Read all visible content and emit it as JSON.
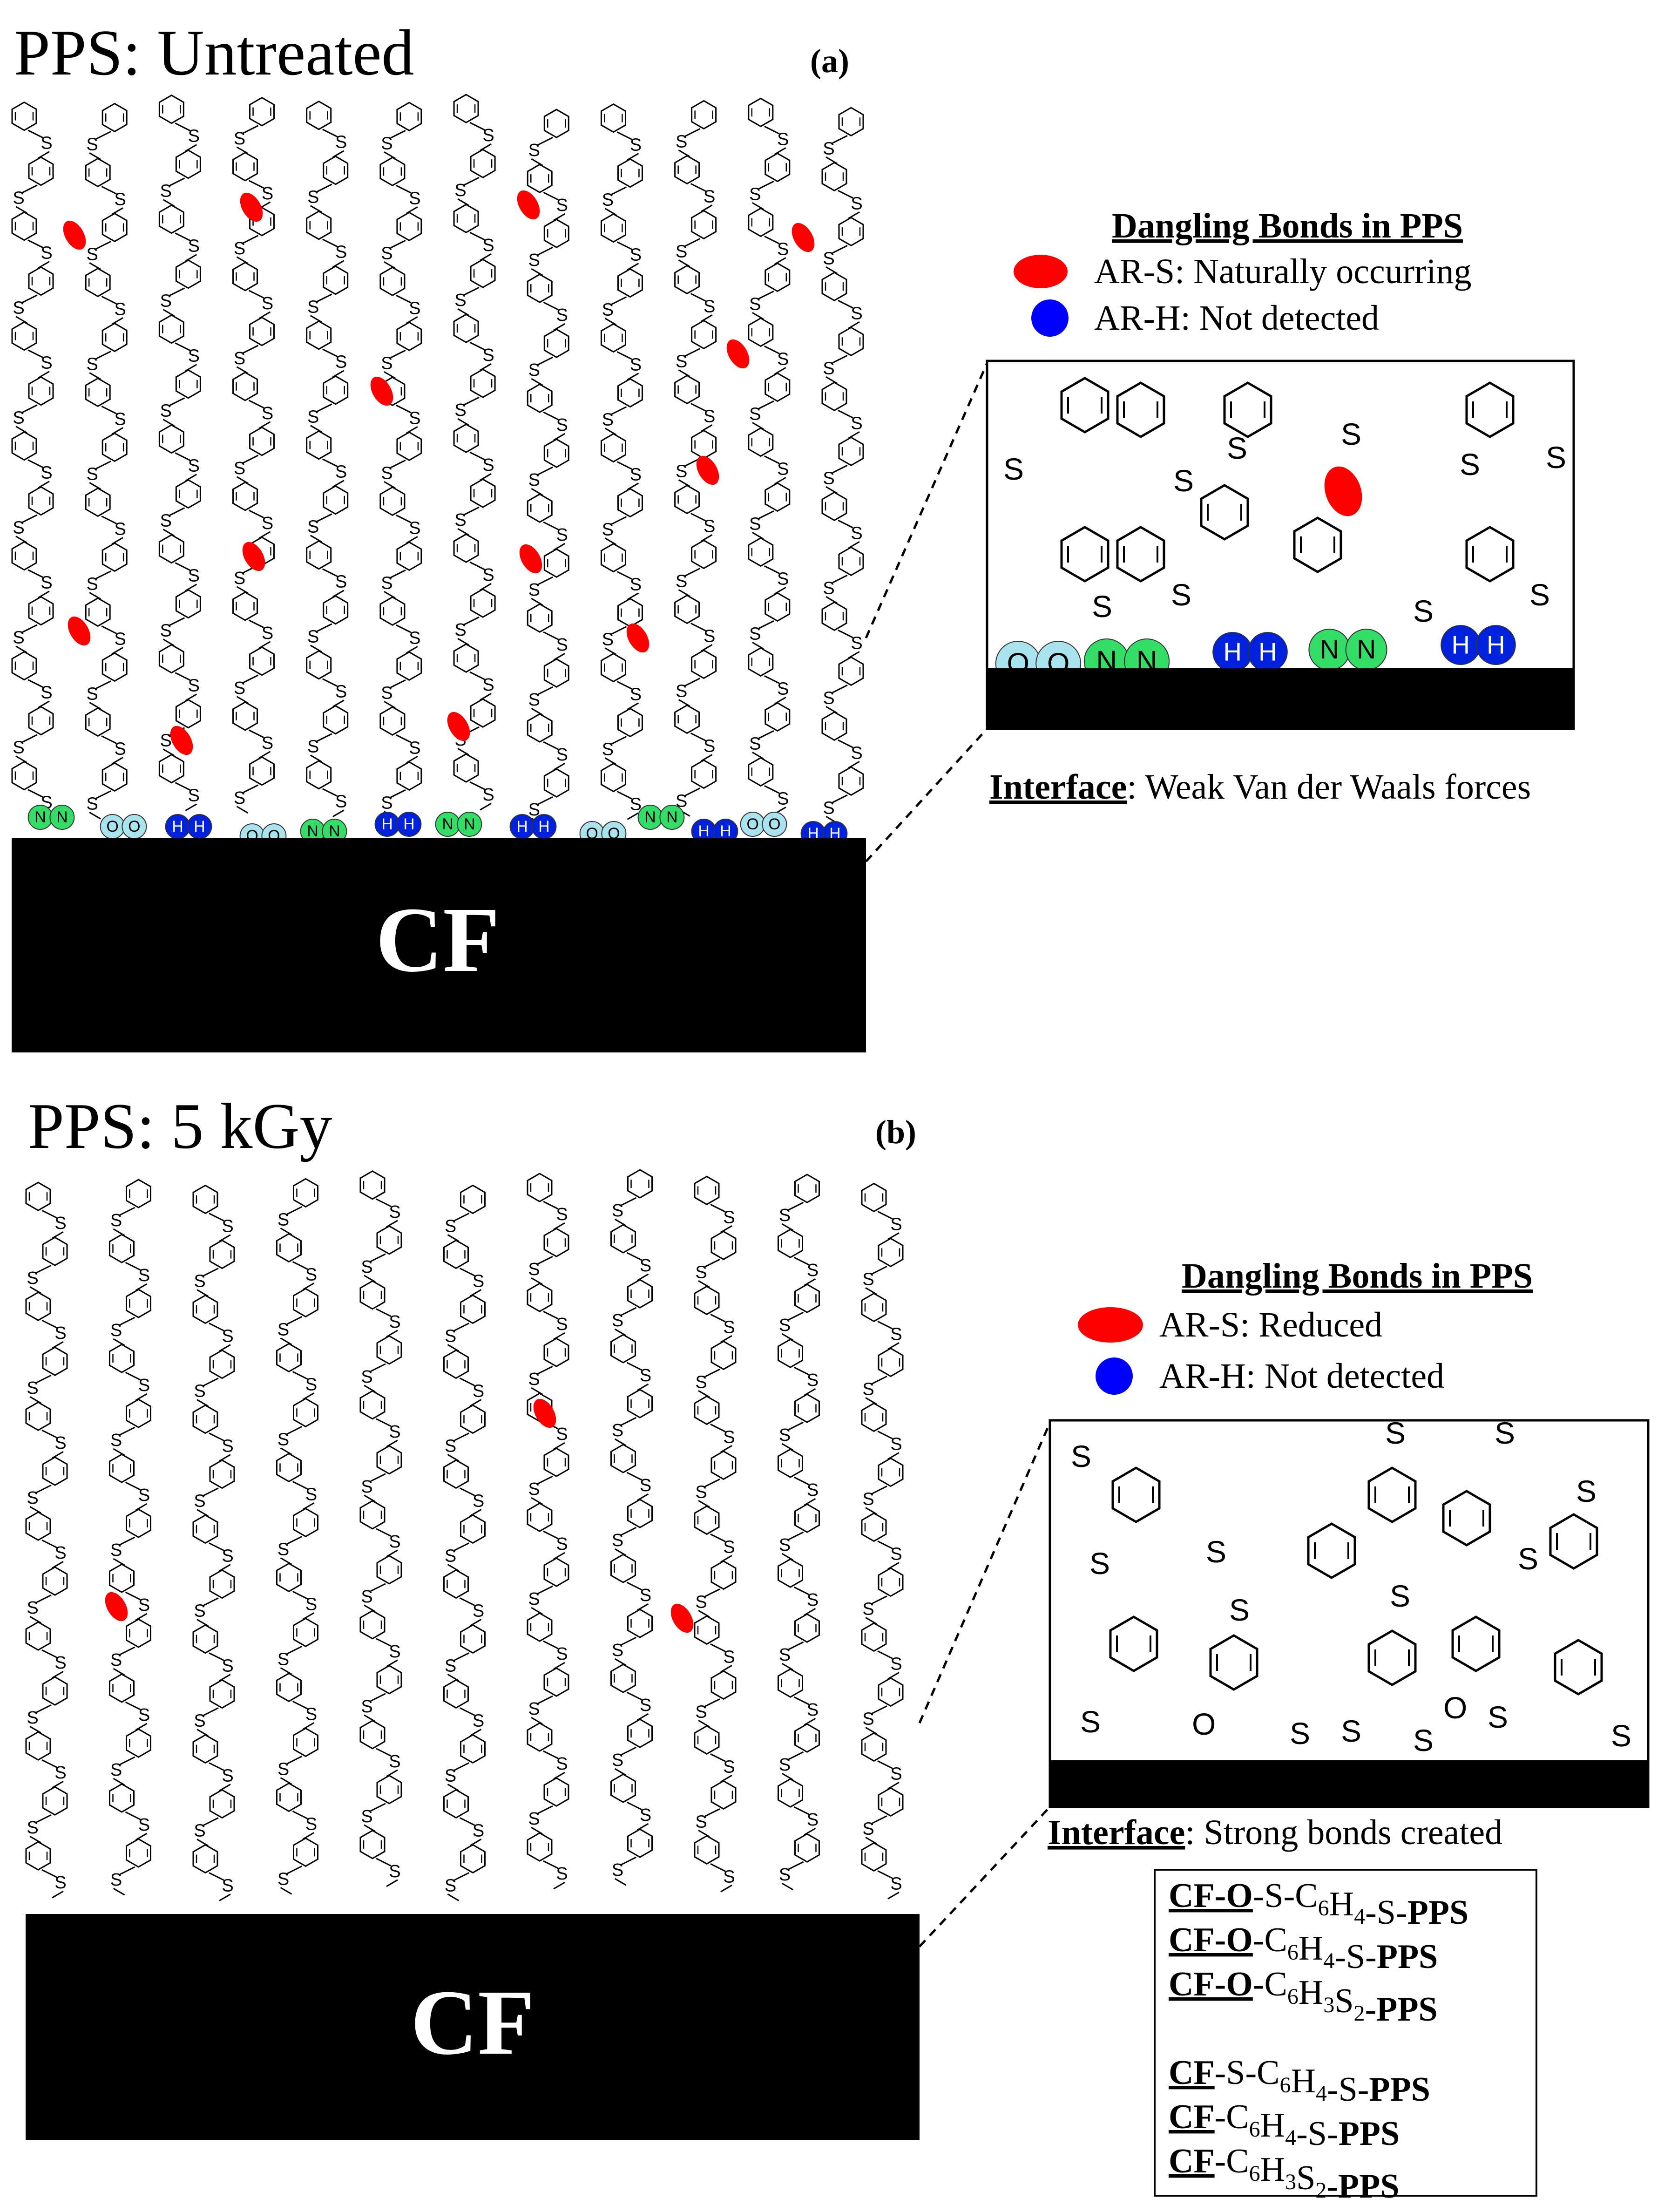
{
  "panel_a": {
    "title": "PPS: Untreated",
    "label": "(a)",
    "legend": {
      "title": "Dangling Bonds in PPS",
      "items": [
        {
          "text": "AR-S: Naturally occurring",
          "color": "#ff0000",
          "icon": "red-ellipse"
        },
        {
          "text": "AR-H: Not detected",
          "color": "#0000ff",
          "icon": "blue-circle"
        }
      ]
    },
    "interface": {
      "label": "Interface",
      "text": ": Weak Van der Waals forces"
    },
    "substrate": "CF",
    "molecule_letters": {
      "oxygen": "O",
      "nitrogen": "N",
      "hydrogen": "H",
      "sulfur": "S"
    }
  },
  "panel_b": {
    "title": "PPS: 5 kGy",
    "label": "(b)",
    "legend": {
      "title": "Dangling Bonds in PPS",
      "items": [
        {
          "text": "AR-S: Reduced",
          "color": "#ff0000",
          "icon": "red-ellipse"
        },
        {
          "text": "AR-H: Not detected",
          "color": "#0000ff",
          "icon": "blue-circle"
        }
      ]
    },
    "interface": {
      "label": "Interface",
      "text": ": Strong bonds created"
    },
    "substrate": "CF",
    "bonds": [
      {
        "cf": "CF-O",
        "mid": "-S-C6H4-S-",
        "pps": "PPS"
      },
      {
        "cf": "CF-O",
        "mid": "-C6H4-S-",
        "pps": "PPS"
      },
      {
        "cf": "CF-O",
        "mid": "-C6H3S2-",
        "pps": "PPS"
      },
      {
        "cf": "CF",
        "mid": "-S-C6H4-S-",
        "pps": "PPS"
      },
      {
        "cf": "CF",
        "mid": "-C6H4-S-",
        "pps": "PPS"
      },
      {
        "cf": "CF",
        "mid": "-C6H3S2-",
        "pps": "PPS"
      }
    ]
  },
  "colors": {
    "dangling_s": "#ff0000",
    "dangling_h": "#0000ff",
    "oxygen_molecule": "#a9e3ee",
    "nitrogen_molecule": "#33dd66",
    "water_molecule": "#0022dd",
    "fiber": "#000000"
  }
}
